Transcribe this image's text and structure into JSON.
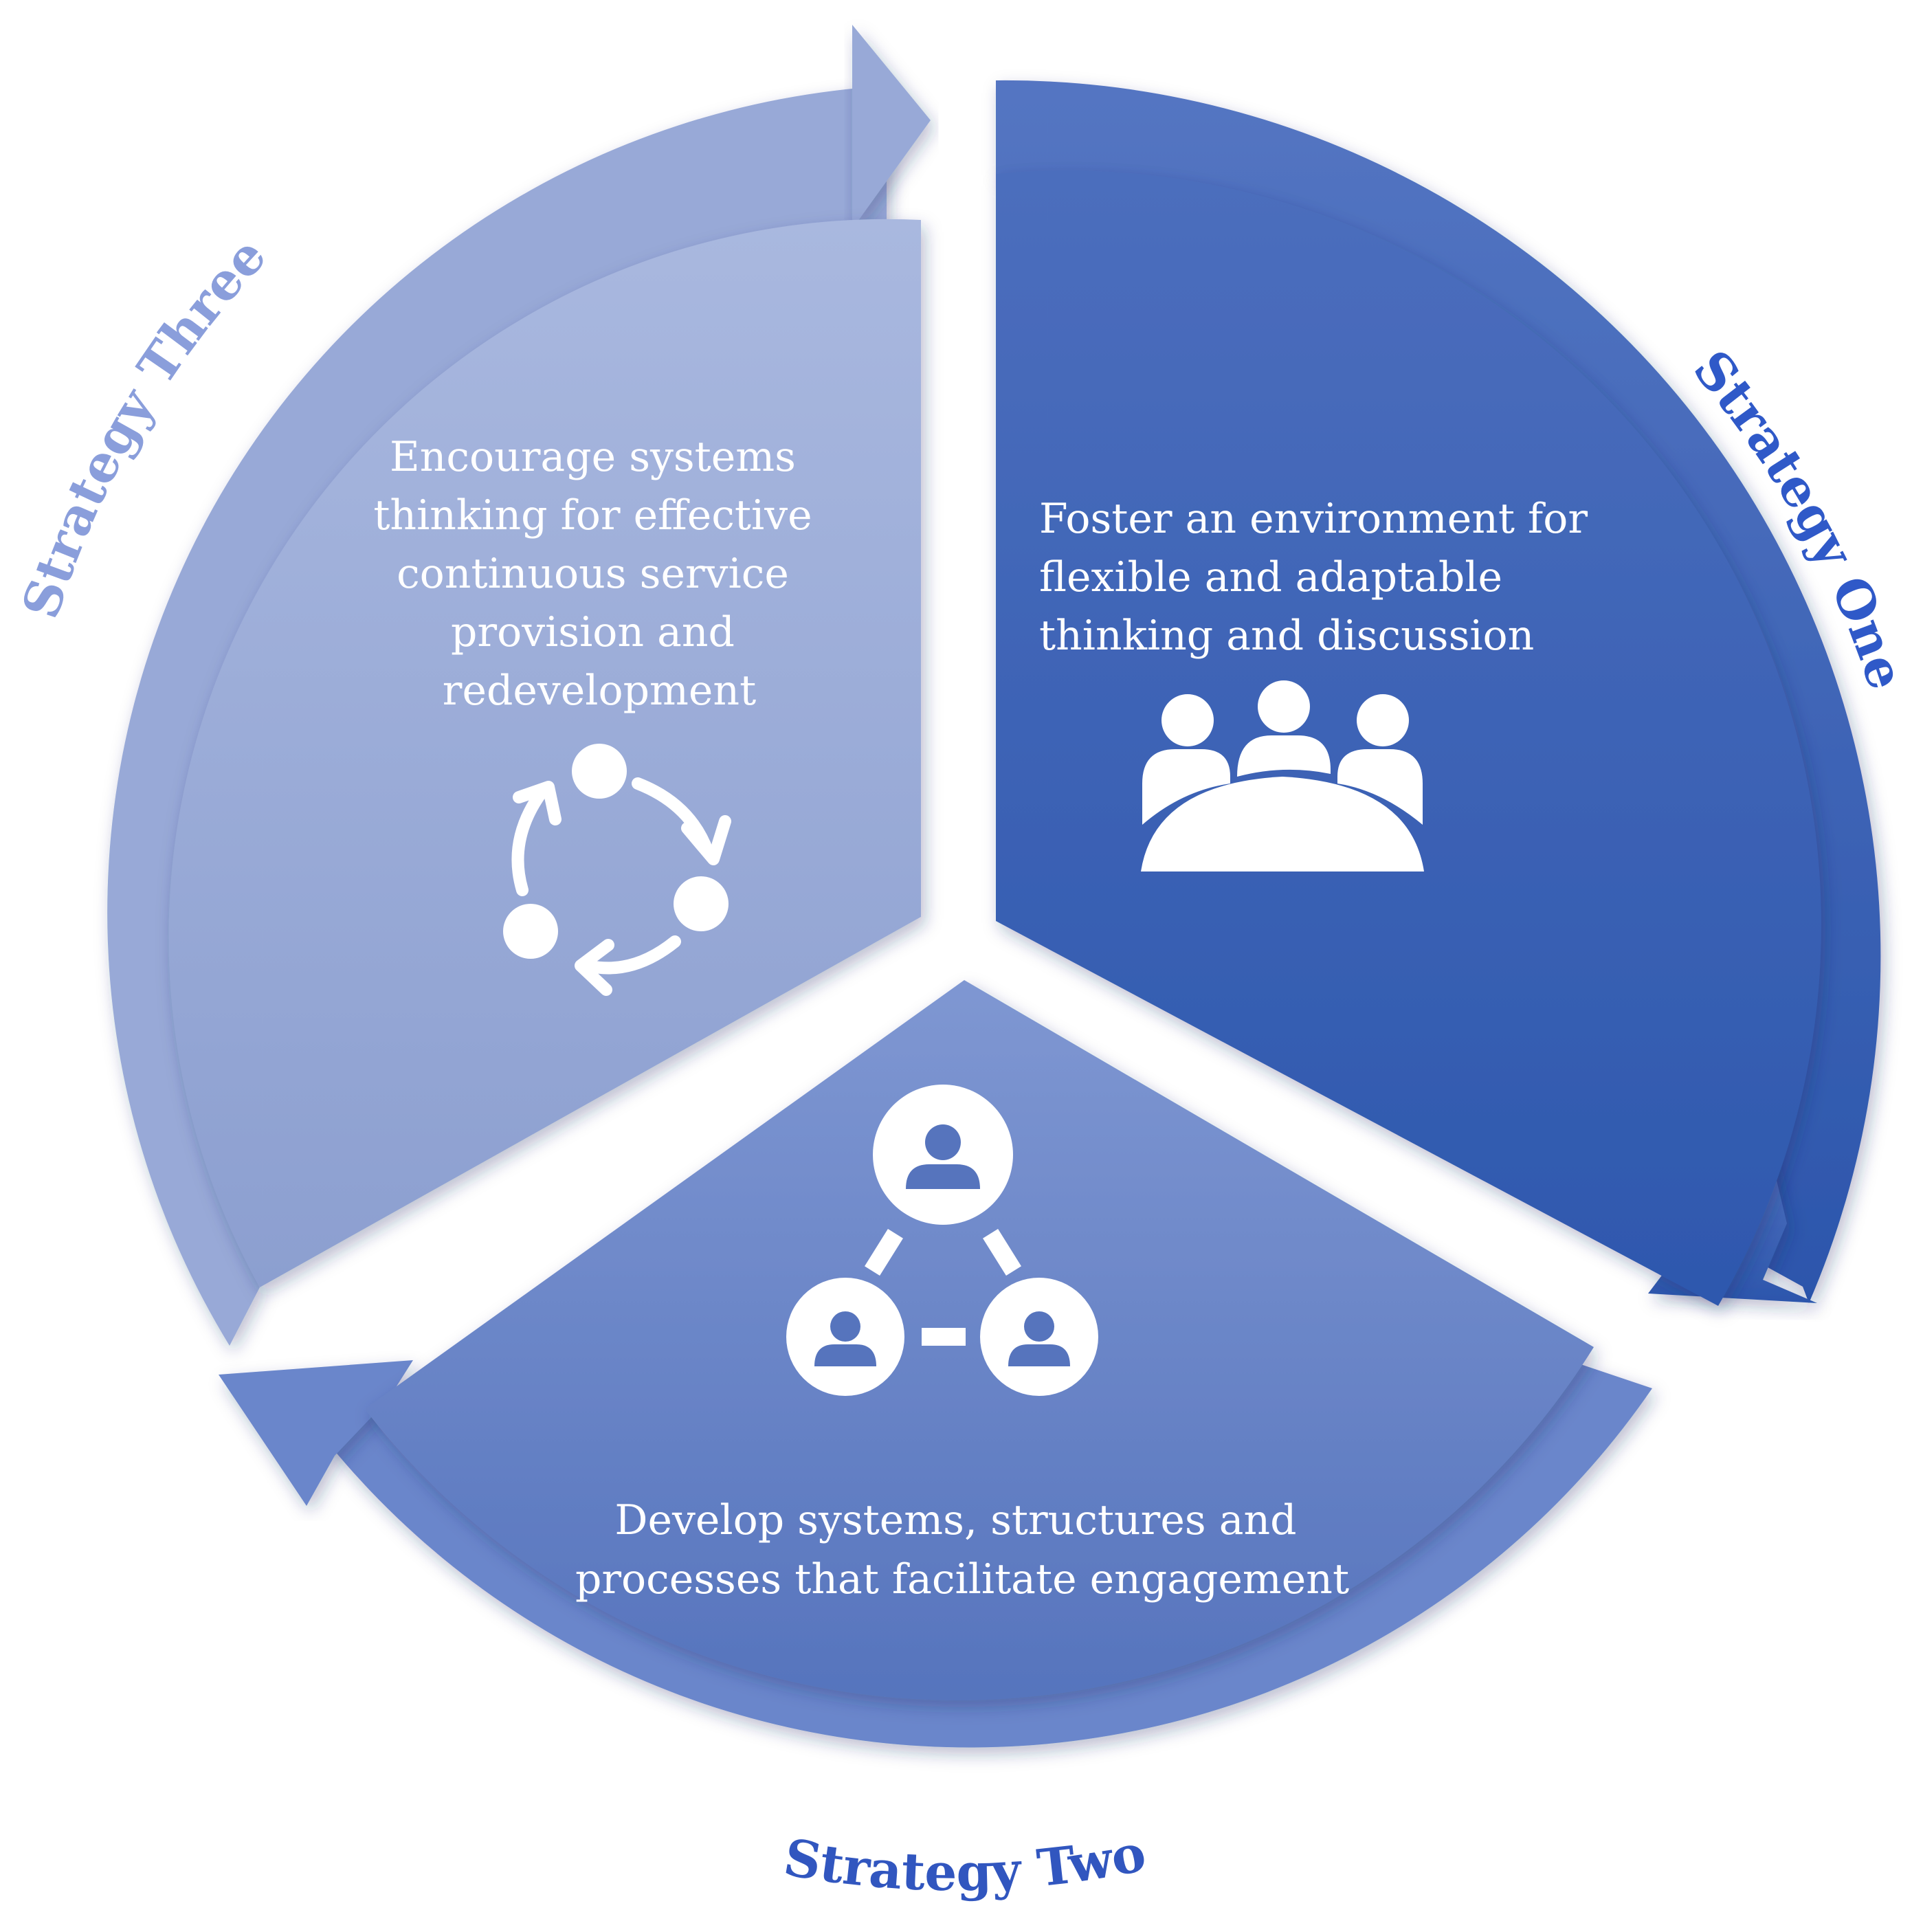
{
  "colors": {
    "one_top": "#4C6EBD",
    "one_bottom": "#2E58AE",
    "one_ring_top": "#5475C2",
    "one_ring_bottom": "#2C56AC",
    "two_top": "#7F97D2",
    "two_bottom": "#5674BD",
    "two_ring": "#6A86CB",
    "three_top": "#A9B8DF",
    "three_bottom": "#8C9FD0",
    "three_ring": "#98A9D7",
    "label_one": "#2F59C8",
    "label_two": "#3156BF",
    "label_three": "#8A9EDB",
    "icon": "#ffffff"
  },
  "segments": {
    "one": {
      "label": "Strategy One",
      "lines": [
        "Foster an environment for",
        "flexible and adaptable",
        "thinking and discussion"
      ],
      "icon": "meeting-group-icon"
    },
    "two": {
      "label": "Strategy Two",
      "lines": [
        "Develop systems, structures and",
        "processes that facilitate engagement"
      ],
      "icon": "network-people-icon"
    },
    "three": {
      "label": "Strategy Three",
      "lines": [
        "Encourage systems",
        "thinking for effective",
        "continuous service",
        "provision and",
        "redevelopment"
      ],
      "icon": "cycle-icon"
    }
  }
}
